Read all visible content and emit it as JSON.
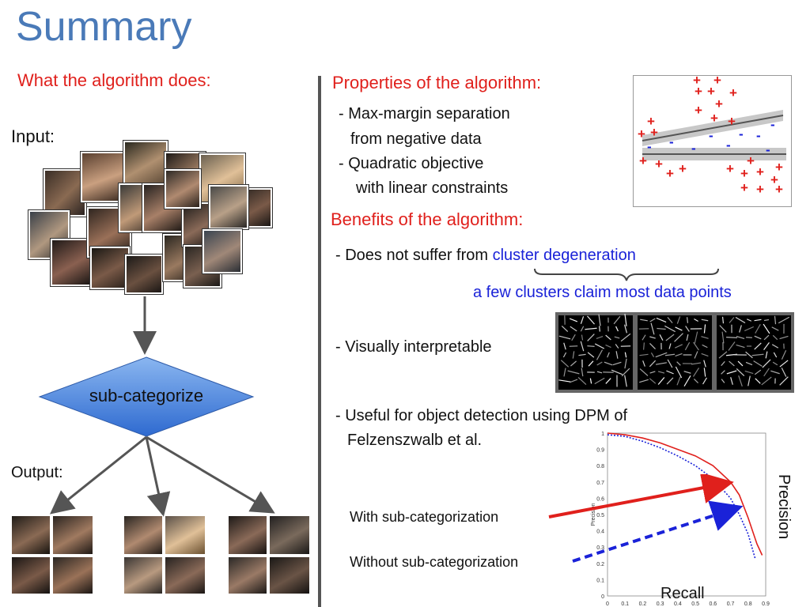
{
  "slide": {
    "title": "Summary",
    "left": {
      "heading": "What the algorithm does:",
      "input_label": "Input:",
      "process_label": "sub-categorize",
      "output_label": "Output:"
    },
    "right": {
      "properties_heading": "Properties of the algorithm:",
      "properties": [
        "- Max-margin separation",
        "from negative data",
        "- Quadratic objective",
        "with linear constraints"
      ],
      "benefits_heading": "Benefits of the algorithm:",
      "benefit1_prefix": "- Does not suffer from ",
      "benefit1_link": "cluster degeneration",
      "benefit1_note": "a few clusters claim most data points",
      "benefit2": "- Visually interpretable",
      "benefit3_line1": "- Useful for object detection using DPM of",
      "benefit3_line2": "Felzenszwalb et al.",
      "legend_with": "With sub-categorization",
      "legend_without": "Without sub-categorization",
      "pr_ylabel": "Precision",
      "pr_xlabel": "Recall"
    },
    "scatter_symbols": {
      "positive": "+",
      "negative": "-"
    }
  },
  "chart_data": {
    "type": "line",
    "xlabel": "Recall",
    "ylabel": "Precision",
    "xlim": [
      0,
      0.9
    ],
    "ylim": [
      0,
      1
    ],
    "x_ticks": [
      "0",
      "0.1",
      "0.2",
      "0.3",
      "0.4",
      "0.5",
      "0.6",
      "0.7",
      "0.8",
      "0.9"
    ],
    "y_ticks": [
      "0",
      "0.1",
      "0.2",
      "0.3",
      "0.4",
      "0.5",
      "0.6",
      "0.7",
      "0.8",
      "0.9",
      "1"
    ],
    "series": [
      {
        "color": "#e0201c",
        "style": "solid",
        "x": [
          0.0,
          0.1,
          0.2,
          0.3,
          0.4,
          0.5,
          0.6,
          0.7,
          0.75,
          0.8,
          0.85,
          0.88
        ],
        "y": [
          1.0,
          0.99,
          0.97,
          0.94,
          0.9,
          0.86,
          0.8,
          0.7,
          0.62,
          0.48,
          0.32,
          0.25
        ]
      },
      {
        "color": "#1a22d8",
        "style": "dotted",
        "x": [
          0.0,
          0.1,
          0.2,
          0.3,
          0.4,
          0.5,
          0.6,
          0.7,
          0.75,
          0.8,
          0.84
        ],
        "y": [
          0.99,
          0.98,
          0.95,
          0.91,
          0.86,
          0.8,
          0.72,
          0.6,
          0.5,
          0.38,
          0.23
        ]
      }
    ]
  }
}
